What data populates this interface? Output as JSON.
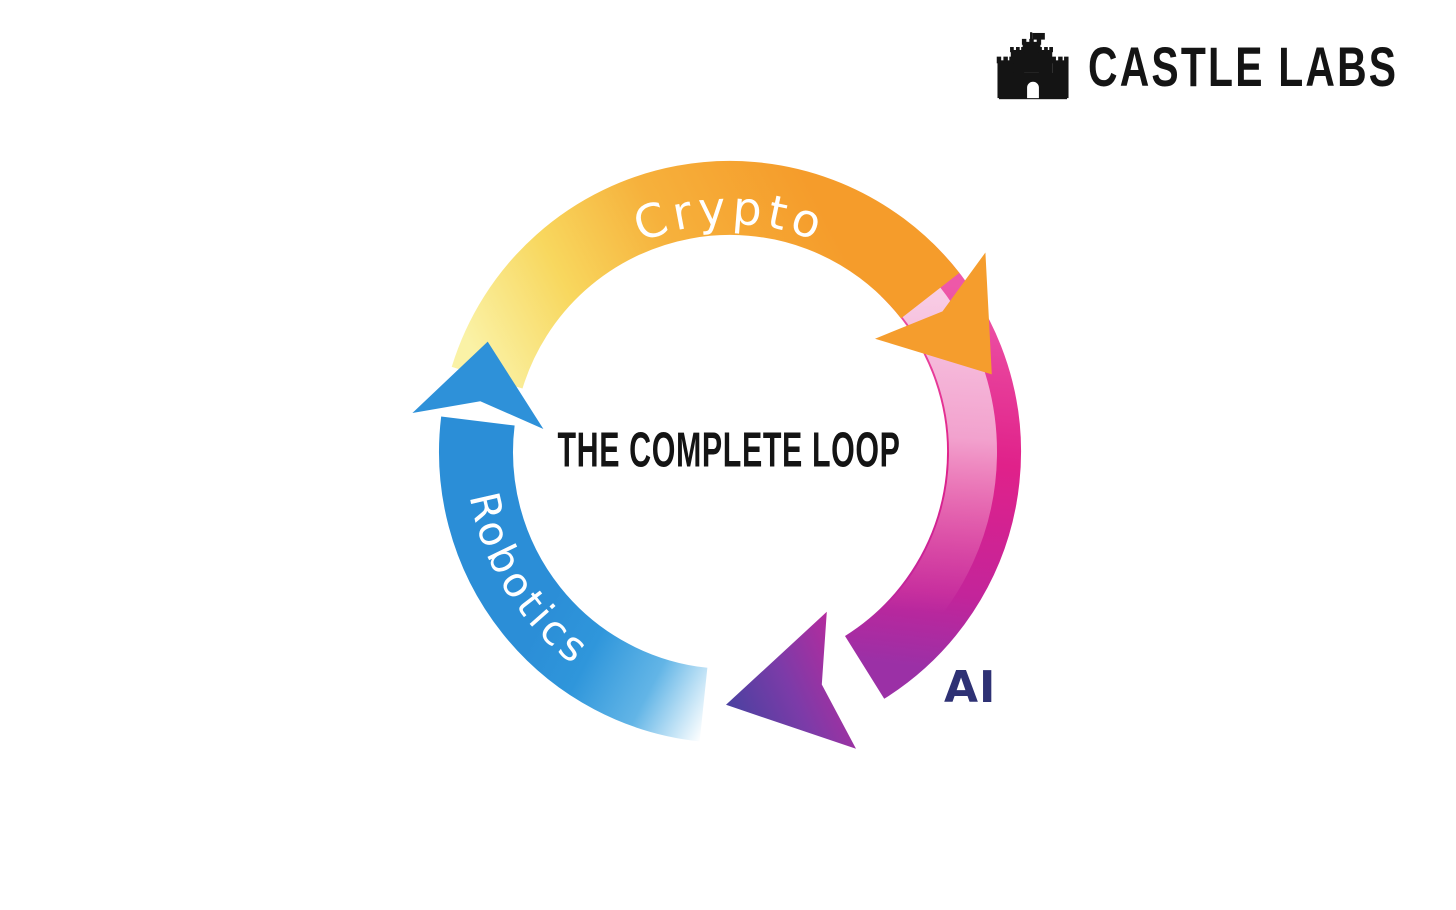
{
  "background_color": "#FFFFFF",
  "brand": {
    "name": "CASTLE LABS",
    "icon": "castle-icon",
    "text_color": "#141414"
  },
  "diagram": {
    "title": "THE COMPLETE LOOP",
    "title_color": "#141414",
    "shape": "circular-cycle",
    "flow_direction": "clockwise",
    "segments": [
      {
        "label": "Crypto",
        "position": "top",
        "label_color": "#FFFFFF",
        "arc_colors": [
          "#F9EE8F",
          "#F59C2B"
        ],
        "arrowhead_color": "#F59D2D",
        "arrow_points_to": "AI"
      },
      {
        "label": "AI",
        "position": "right",
        "label_color": "#2E3174",
        "arc_colors": [
          "#F8CDE5",
          "#E0218A",
          "#9B30A6"
        ],
        "arrowhead_color": "#4A41A0",
        "arrow_points_to": "Robotics"
      },
      {
        "label": "Robotics",
        "position": "left",
        "label_color": "#FFFFFF",
        "arc_colors": [
          "#45AAE4",
          "#2B8ED7"
        ],
        "arrowhead_color": "#2E91D9",
        "arrow_points_to": "Crypto"
      }
    ]
  }
}
